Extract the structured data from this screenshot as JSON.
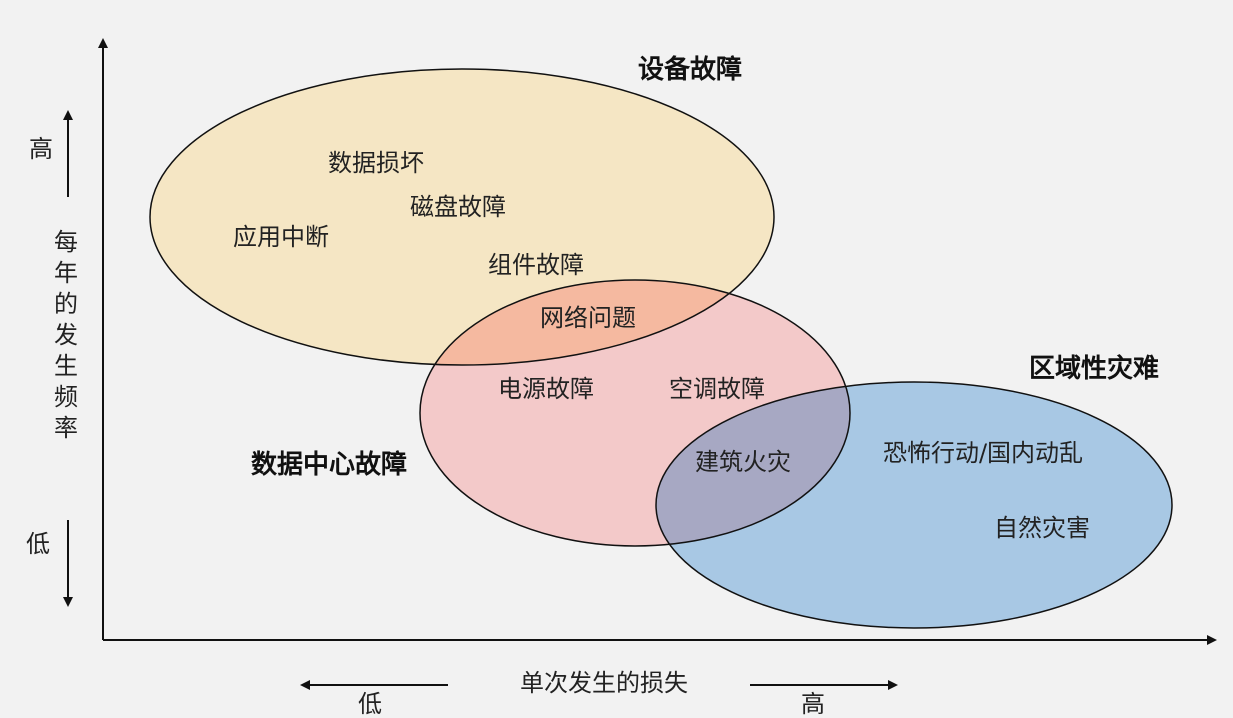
{
  "colors": {
    "background": "#f2f2f2",
    "equipment_fill": "#f5e6c4",
    "datacenter_fill": "#f3c9c9",
    "regional_fill": "#a8c8e4",
    "overlap_equipment_datacenter": "#f5b9a0",
    "overlap_datacenter_regional": "#a7a8c3",
    "outline": "#111111"
  },
  "groups": {
    "equipment": "设备故障",
    "datacenter": "数据中心故障",
    "regional": "区域性灾难"
  },
  "items": {
    "data_corruption": "数据损坏",
    "disk_failure": "磁盘故障",
    "app_interrupt": "应用中断",
    "component_failure": "组件故障",
    "network_issue": "网络问题",
    "power_failure": "电源故障",
    "ac_failure": "空调故障",
    "building_fire": "建筑火灾",
    "terrorism": "恐怖行动/国内动乱",
    "natural_disaster": "自然灾害"
  },
  "y_axis": {
    "label_chars": [
      "每",
      "年",
      "的",
      "发",
      "生",
      "频",
      "率"
    ],
    "high": "高",
    "low": "低"
  },
  "x_axis": {
    "label": "单次发生的损失",
    "low": "低",
    "high": "高"
  }
}
